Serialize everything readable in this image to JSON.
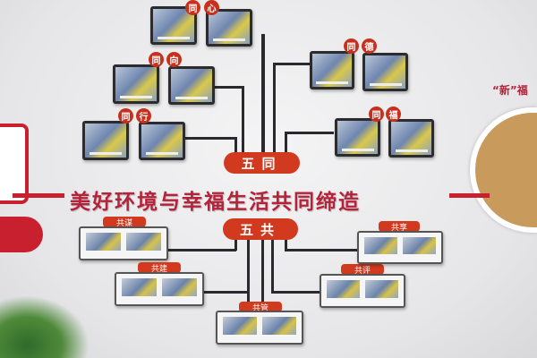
{
  "slogan": "美好环境与幸福生活共同缔造",
  "center_top": "五同",
  "center_bottom": "五共",
  "tong": [
    [
      "同",
      "心"
    ],
    [
      "同",
      "向"
    ],
    [
      "同",
      "行"
    ],
    [
      "同",
      "德"
    ],
    [
      "同",
      "福"
    ]
  ],
  "gong": [
    "共谋",
    "共建",
    "共管",
    "共评",
    "共享"
  ],
  "right_sign": "“新”福"
}
